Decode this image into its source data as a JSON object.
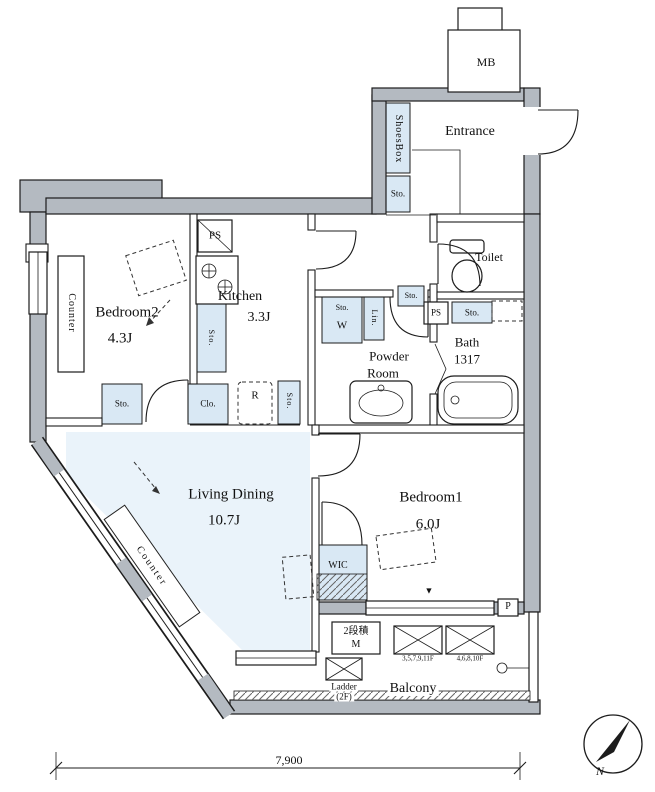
{
  "rooms": {
    "entrance": "Entrance",
    "toilet": "Toilet",
    "kitchen": {
      "name": "Kitchen",
      "size": "3.3J"
    },
    "bedroom2": {
      "name": "Bedroom2",
      "size": "4.3J"
    },
    "bedroom1": {
      "name": "Bedroom1",
      "size": "6.0J"
    },
    "living_dining": {
      "name": "Living Dining",
      "size": "10.7J"
    },
    "powder_room": {
      "line1": "Powder",
      "line2": "Room"
    },
    "bath": {
      "name": "Bath",
      "size": "1317"
    },
    "wic": "WIC",
    "balcony": "Balcony"
  },
  "fixtures": {
    "mb": "MB",
    "shoes_box": "ShoesBox",
    "sto": "Sto.",
    "ps": "PS",
    "counter": "Counter",
    "washer": "W",
    "linen": "Lin.",
    "closet": "Clo.",
    "refrigerator": "R",
    "pipe": "P",
    "stacked_line1": "2段積",
    "stacked_line2": "M",
    "ac_odd_floors": "3,5,7,9,11F",
    "ac_even_floors": "4,6,8,10F",
    "ladder_line1": "Ladder",
    "ladder_line2": "(2F)",
    "down_marker": "▼"
  },
  "annotations": {
    "width_dimension": "7,900",
    "north": "N"
  },
  "colors": {
    "wall_fill": "#b4bac1",
    "fixture_fill": "#d9e8f4",
    "floor_tint": "#eaf3fa",
    "line": "#1c1c1c"
  }
}
